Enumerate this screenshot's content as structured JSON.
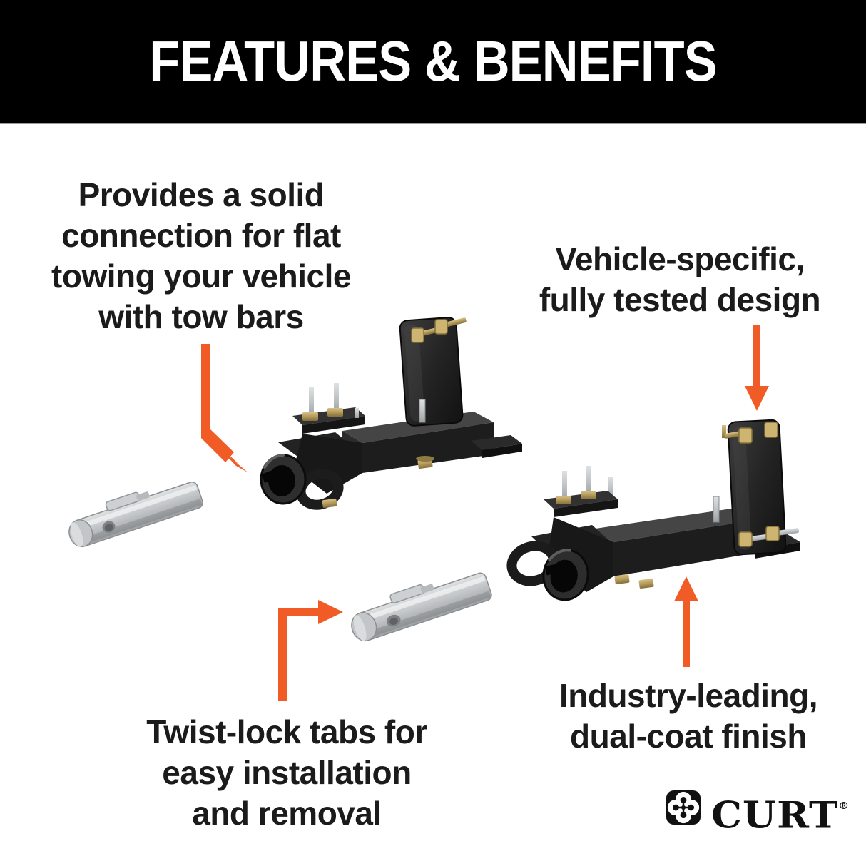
{
  "header": {
    "title": "FEATURES & BENEFITS"
  },
  "callouts": [
    {
      "id": "flat-towing",
      "lines": [
        "Provides a solid",
        "connection for flat",
        "towing your vehicle",
        "with tow bars"
      ]
    },
    {
      "id": "vehicle-specific",
      "lines": [
        "Vehicle-specific,",
        "fully tested design"
      ]
    },
    {
      "id": "twist-lock",
      "lines": [
        "Twist-lock tabs for",
        "easy installation",
        "and removal"
      ]
    },
    {
      "id": "dual-coat",
      "lines": [
        "Industry-leading,",
        "dual-coat finish"
      ]
    }
  ],
  "brand": {
    "name": "CURT",
    "registered": "®",
    "icon": "curt-clover-icon"
  },
  "figures": {
    "left_assembly": "baseplate-bracket-assembly",
    "right_assembly": "baseplate-bracket-assembly-alternate-view",
    "left_pin": "twist-lock-anchor-pin",
    "right_pin": "twist-lock-anchor-pin",
    "arrows": [
      "down-right-arrow",
      "down-arrow",
      "right-angle-arrow",
      "up-arrow"
    ]
  },
  "colors": {
    "accent_orange": "#F15B25",
    "banner_black": "#000000",
    "text_black": "#1B1B1B",
    "metal_silver": "#C9CCCE",
    "brass": "#BFA768",
    "steel_black": "#1E1E1E"
  }
}
